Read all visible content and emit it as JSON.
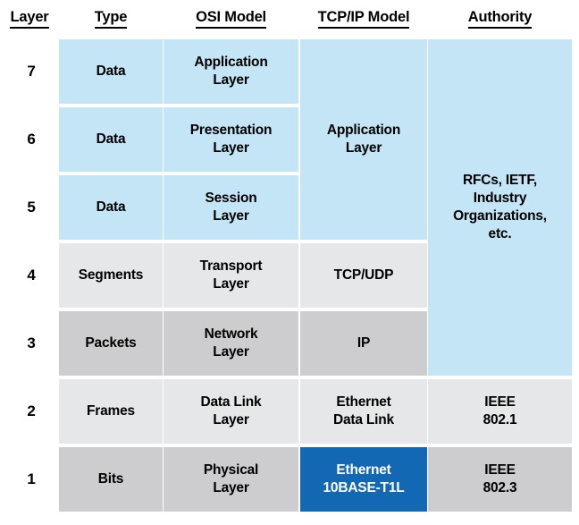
{
  "table": {
    "headers": [
      {
        "key": "layer",
        "label": "Layer"
      },
      {
        "key": "type",
        "label": "Type"
      },
      {
        "key": "osi",
        "label": "OSI Model"
      },
      {
        "key": "tcpip",
        "label": "TCP/IP Model"
      },
      {
        "key": "auth",
        "label": "Authority"
      }
    ],
    "rows": [
      {
        "layer": "7",
        "type": "Data",
        "osi_line1": "Application",
        "osi_line2": "Layer",
        "fill": "blue"
      },
      {
        "layer": "6",
        "type": "Data",
        "osi_line1": "Presentation",
        "osi_line2": "Layer",
        "fill": "blue"
      },
      {
        "layer": "5",
        "type": "Data",
        "osi_line1": "Session",
        "osi_line2": "Layer",
        "fill": "blue"
      },
      {
        "layer": "4",
        "type": "Segments",
        "osi_line1": "Transport",
        "osi_line2": "Layer",
        "tcpip_line1": "TCP/UDP",
        "tcpip_line2": "",
        "fill": "gray-light"
      },
      {
        "layer": "3",
        "type": "Packets",
        "osi_line1": "Network",
        "osi_line2": "Layer",
        "tcpip_line1": "IP",
        "tcpip_line2": "",
        "fill": "gray-dark"
      },
      {
        "layer": "2",
        "type": "Frames",
        "osi_line1": "Data Link",
        "osi_line2": "Layer",
        "tcpip_line1": "Ethernet",
        "tcpip_line2": "Data Link",
        "auth_line1": "IEEE",
        "auth_line2": "802.1",
        "fill": "gray-light"
      },
      {
        "layer": "1",
        "type": "Bits",
        "osi_line1": "Physical",
        "osi_line2": "Layer",
        "tcpip_line1": "Ethernet",
        "tcpip_line2": "10BASE-T1L",
        "auth_line1": "IEEE",
        "auth_line2": "802.3",
        "fill": "gray-dark",
        "tcpip_highlighted": true
      }
    ],
    "merged": {
      "tcpip_application": {
        "line1": "Application",
        "line2": "Layer",
        "spans_layers": "7-5",
        "fill": "blue"
      },
      "authority_rfcs": {
        "line1": "RFCs, IETF,",
        "line2": "Industry",
        "line3": "Organizations,",
        "line4": "etc.",
        "spans_layers": "7-3",
        "fill": "blue"
      }
    }
  },
  "colors": {
    "blue_fill": "#c3e5f5",
    "gray_light": "#e6e7e8",
    "gray_dark": "#cdcdcf",
    "accent_blue": "#1268b3",
    "accent_text": "#ffffff",
    "text": "#000000",
    "background": "#ffffff"
  }
}
